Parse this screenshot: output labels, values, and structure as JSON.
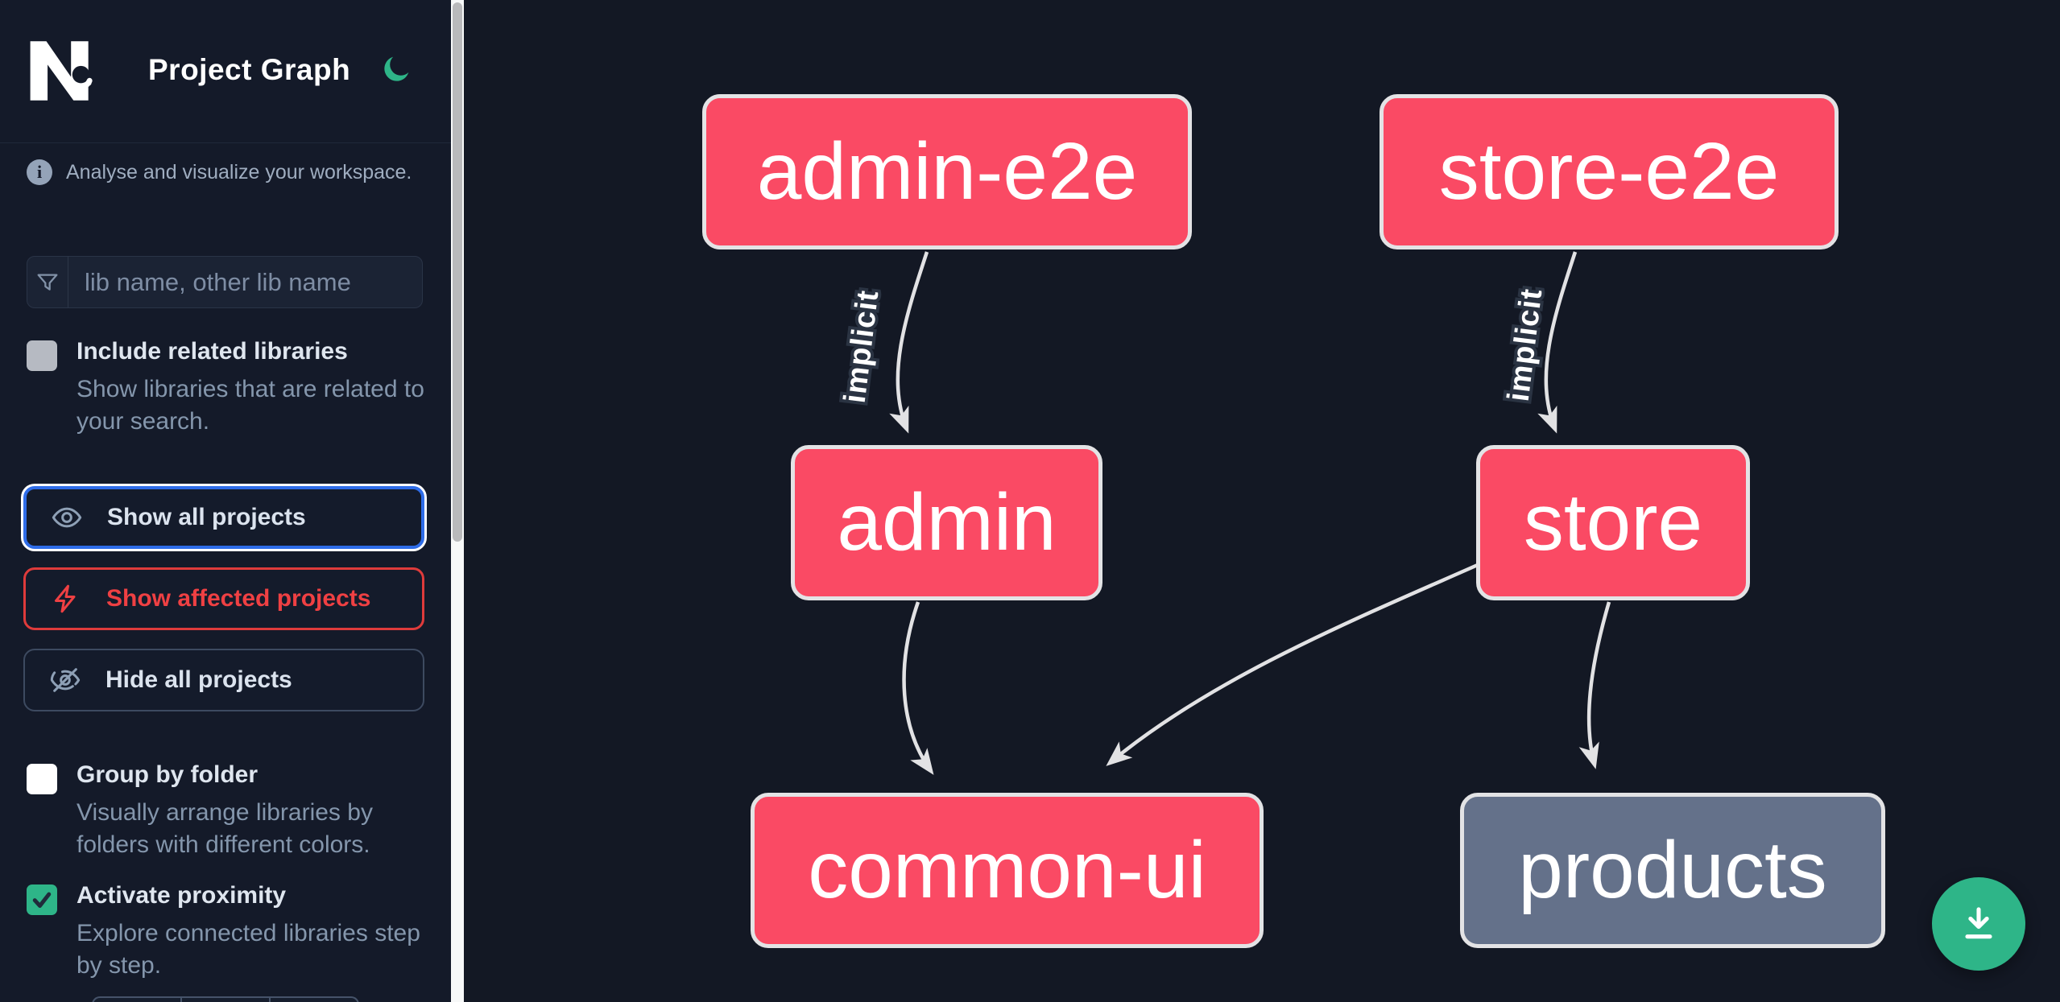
{
  "app": {
    "title": "Project Graph",
    "theme": "dark"
  },
  "sidebar": {
    "tagline": "Analyse and visualize your workspace.",
    "search": {
      "placeholder": "lib name, other lib name",
      "value": ""
    },
    "options": [
      {
        "label": "Include related libraries",
        "description": "Show libraries that are related to your search.",
        "checked": false
      },
      {
        "label": "Group by folder",
        "description": "Visually arrange libraries by folders with different colors.",
        "checked": false
      },
      {
        "label": "Activate proximity",
        "description": "Explore connected libraries step by step.",
        "checked": true
      }
    ],
    "actions": [
      {
        "label": "Show all projects",
        "icon": "eye-icon",
        "state": "focused"
      },
      {
        "label": "Show affected projects",
        "icon": "bolt-icon",
        "state": "affected"
      },
      {
        "label": "Hide all projects",
        "icon": "eye-off-icon",
        "state": "default"
      }
    ]
  },
  "graph": {
    "nodes": [
      {
        "id": "admin-e2e",
        "label": "admin-e2e",
        "color": "#fa4a64"
      },
      {
        "id": "store-e2e",
        "label": "store-e2e",
        "color": "#fa4a64"
      },
      {
        "id": "admin",
        "label": "admin",
        "color": "#fa4a64"
      },
      {
        "id": "store",
        "label": "store",
        "color": "#fa4a64"
      },
      {
        "id": "common-ui",
        "label": "common-ui",
        "color": "#fa4a64"
      },
      {
        "id": "products",
        "label": "products",
        "color": "#64718a"
      }
    ],
    "edges": [
      {
        "source": "admin-e2e",
        "target": "admin",
        "label": "implicit"
      },
      {
        "source": "store-e2e",
        "target": "store",
        "label": "implicit"
      },
      {
        "source": "admin",
        "target": "common-ui",
        "label": ""
      },
      {
        "source": "store",
        "target": "common-ui",
        "label": ""
      },
      {
        "source": "store",
        "target": "products",
        "label": ""
      }
    ]
  },
  "colors": {
    "sidebar_bg": "#141a29",
    "graph_bg": "#131824",
    "node_pink": "#fa4a64",
    "node_gray": "#64718a",
    "node_border": "#e3e3e5",
    "edge": "#e2e2e4",
    "accent_green": "#2eb588",
    "focus_blue": "#2e6ce8",
    "affected_red": "#ef4043"
  }
}
